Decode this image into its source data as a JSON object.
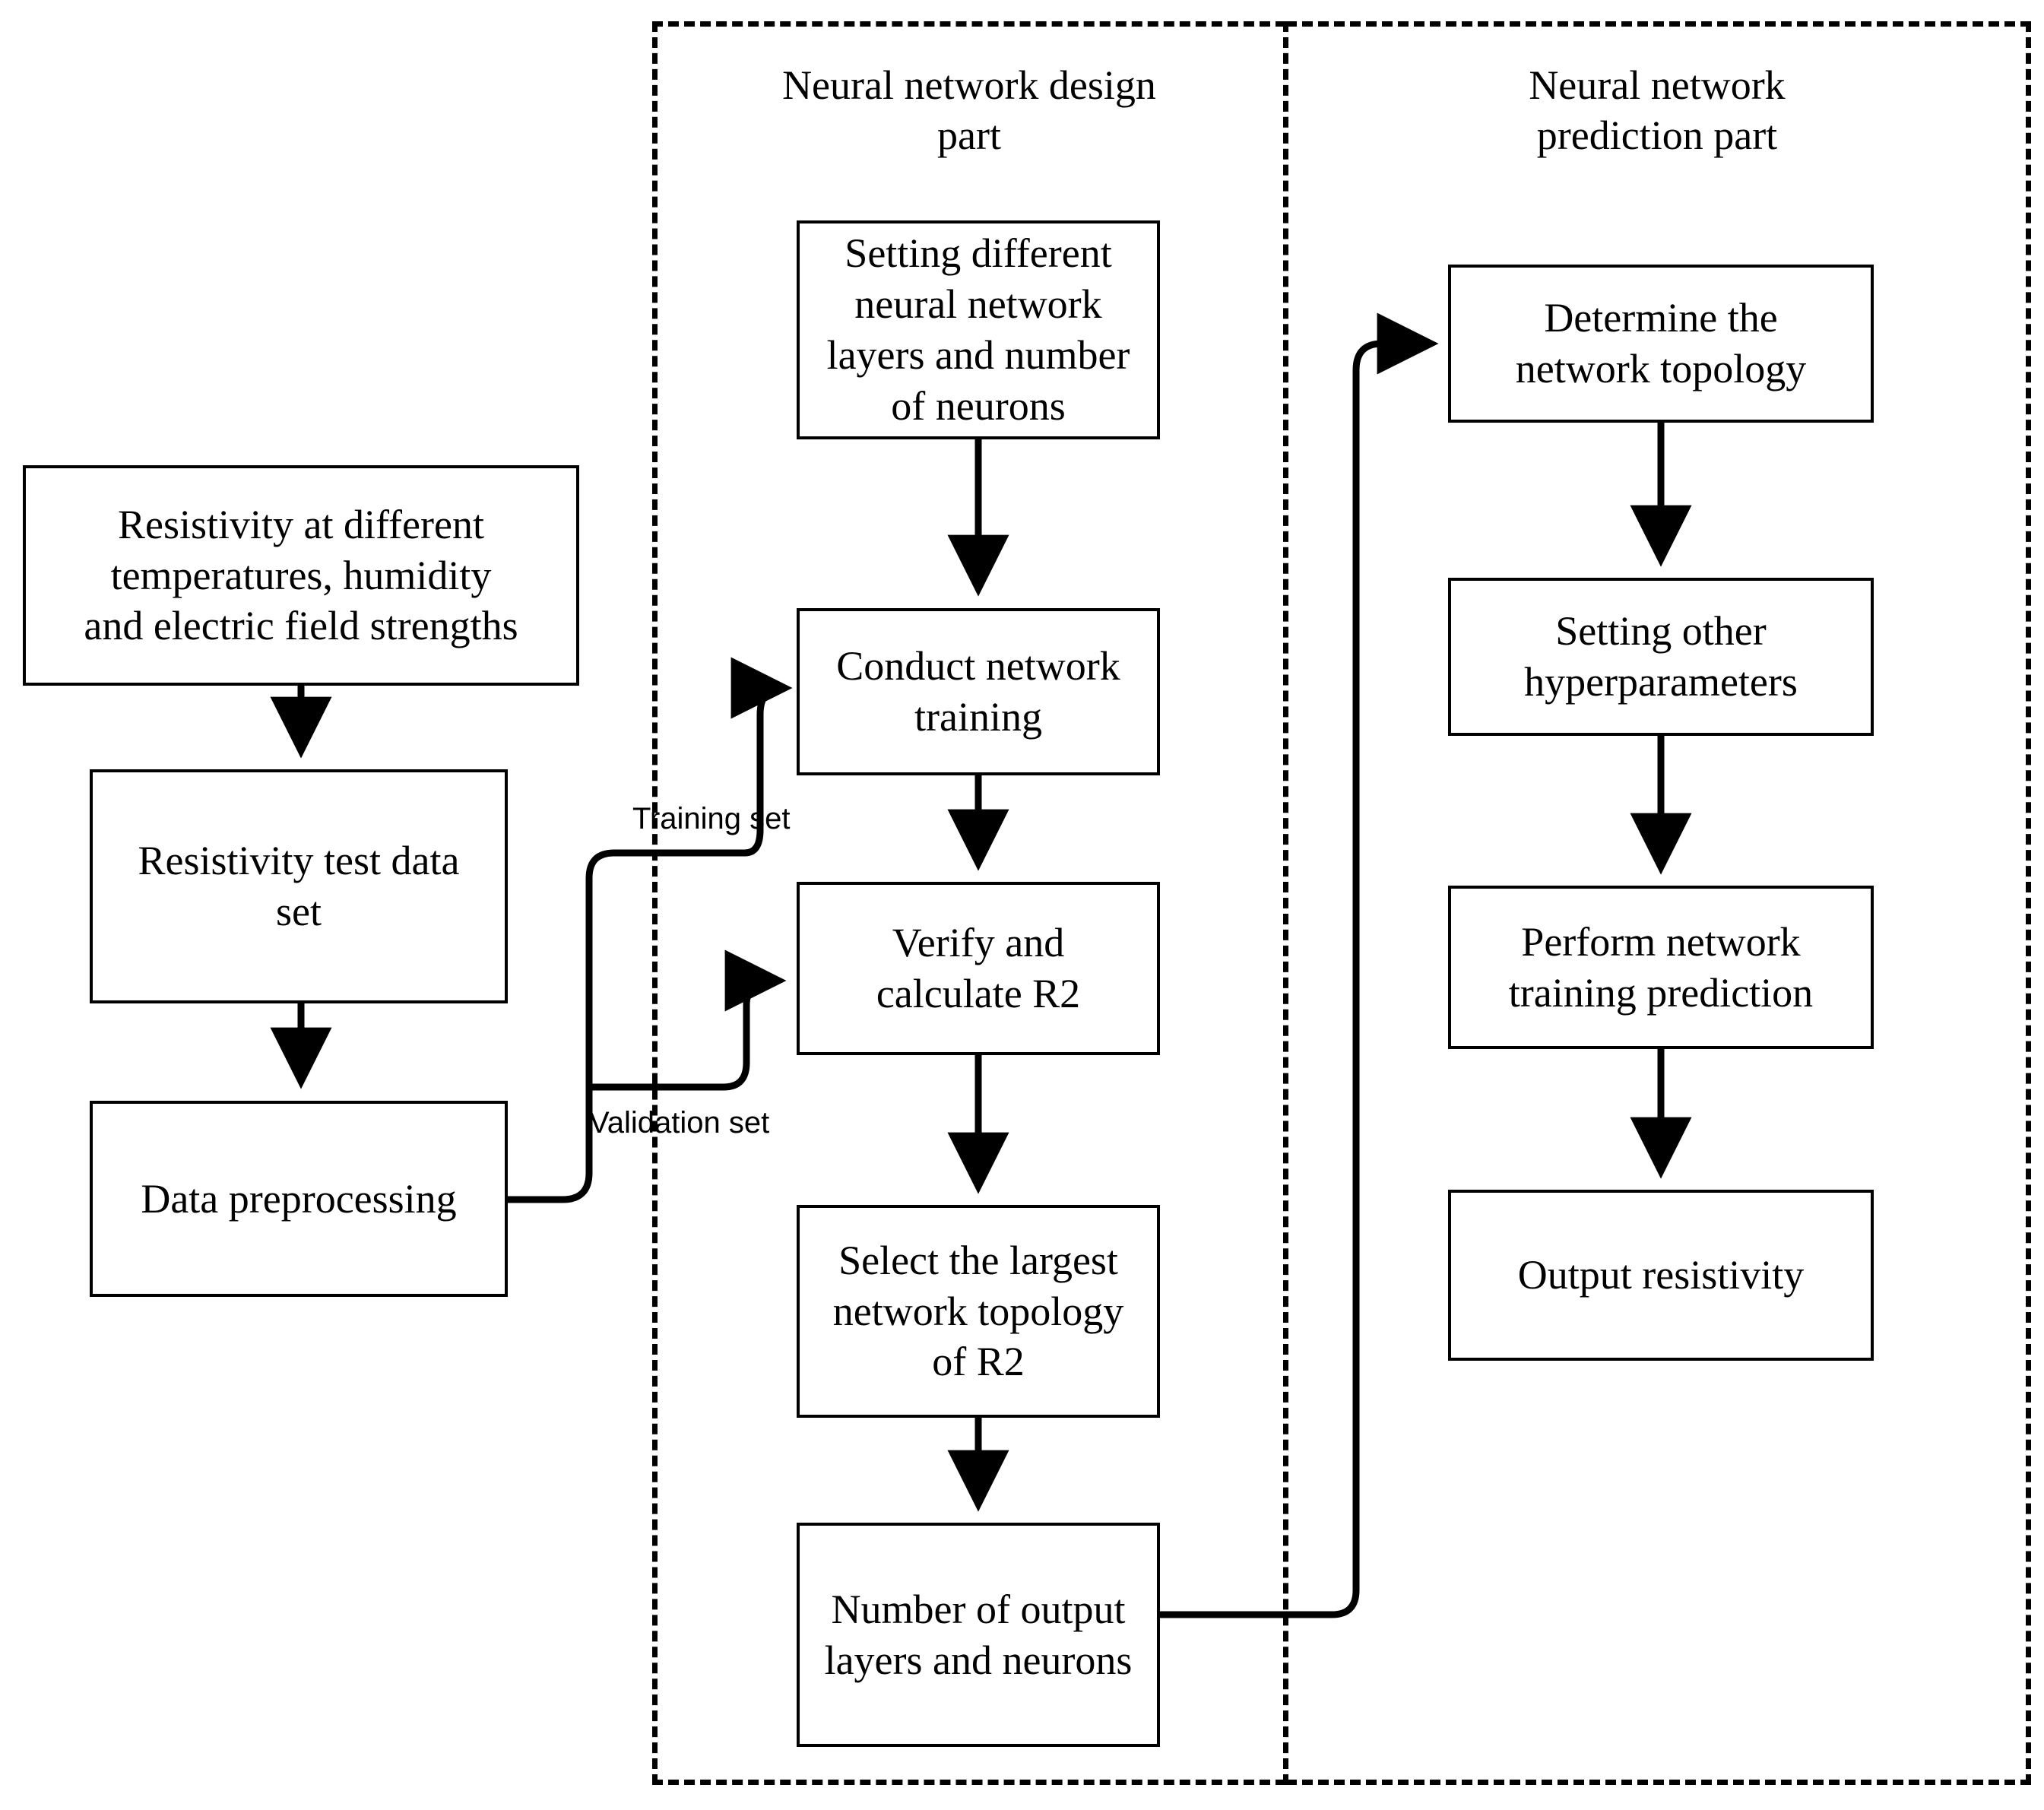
{
  "diagram": {
    "title": "Neural network resistivity prediction workflow",
    "regions": [
      {
        "id": "design",
        "label": "Neural network design\npart"
      },
      {
        "id": "predict",
        "label": "Neural network\nprediction part"
      }
    ],
    "nodes": {
      "input": "Resistivity at different\ntemperatures, humidity\nand electric field strengths",
      "dataset": "Resistivity test data\nset",
      "preprocess": "Data preprocessing",
      "set_layers": "Setting different\nneural network\nlayers and number\nof neurons",
      "train": "Conduct network\ntraining",
      "verify": "Verify and\ncalculate R2",
      "select": "Select the largest\nnetwork topology\nof R2",
      "out_layers": "Number of output\nlayers and neurons",
      "topology": "Determine the\nnetwork topology",
      "hyper": "Setting other\nhyperparameters",
      "perform": "Perform network\ntraining prediction",
      "output": "Output resistivity"
    },
    "edge_labels": {
      "training_set": "Training set",
      "validation_set": "Validation set"
    },
    "colors": {
      "stroke": "#000000",
      "fill": "#ffffff",
      "dashed_border": "#000000"
    }
  }
}
